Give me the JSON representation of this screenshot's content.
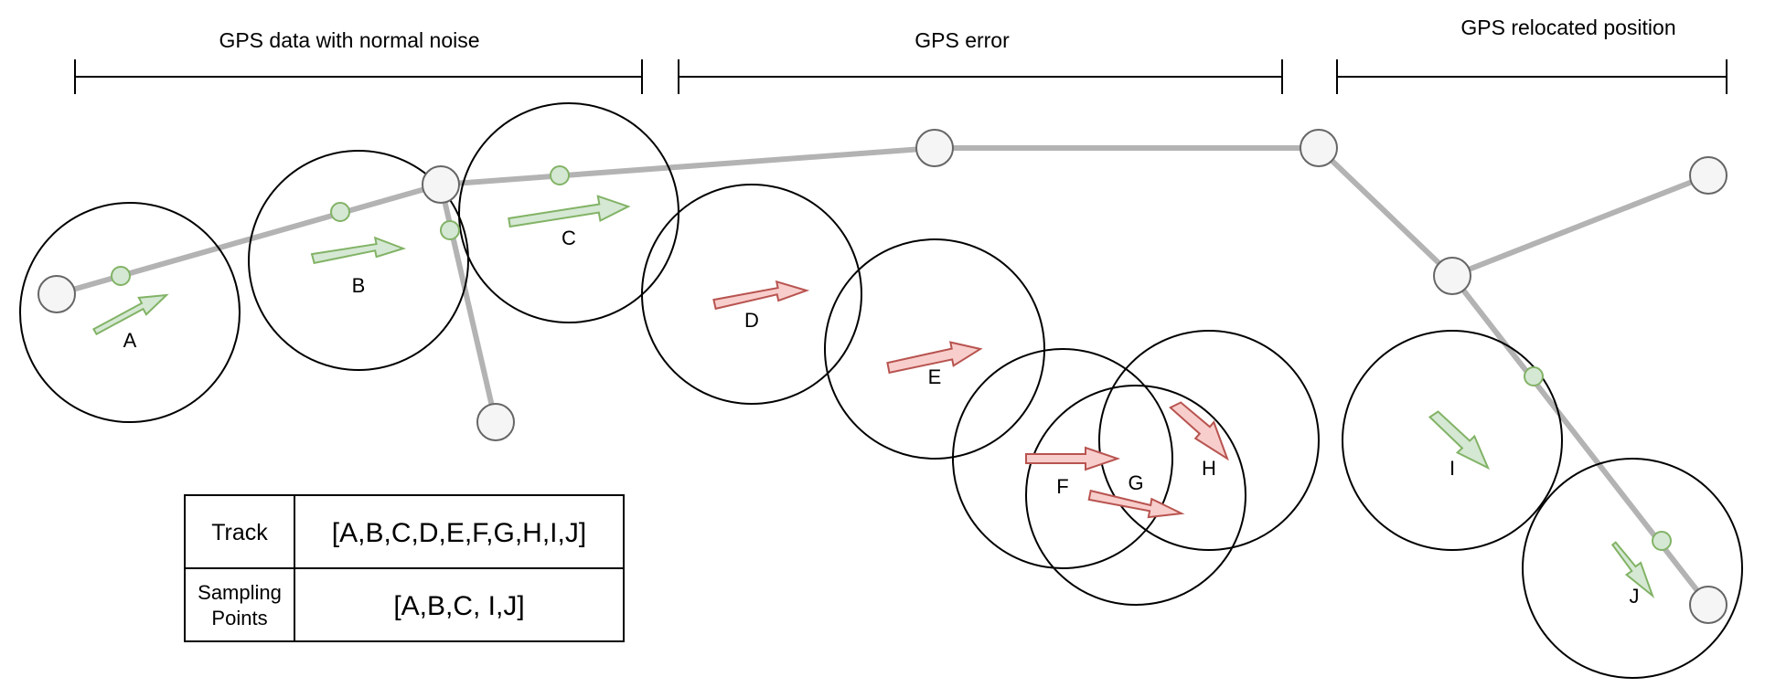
{
  "colors": {
    "background": "#ffffff",
    "line": "#000000",
    "track": "#b3b3b3",
    "node_fill": "#f5f5f5",
    "node_stroke": "#666666",
    "sample_fill": "#d5e8d4",
    "sample_stroke": "#82b366",
    "good_arrow_fill": "#d5e8d4",
    "good_arrow_stroke": "#82b366",
    "bad_arrow_fill": "#f8cecc",
    "bad_arrow_stroke": "#b85450"
  },
  "sections": [
    {
      "label": "GPS data with normal noise"
    },
    {
      "label": "GPS error"
    },
    {
      "label": "GPS relocated position"
    }
  ],
  "points": [
    {
      "label": "A",
      "status": "normal"
    },
    {
      "label": "B",
      "status": "normal"
    },
    {
      "label": "C",
      "status": "normal"
    },
    {
      "label": "D",
      "status": "error"
    },
    {
      "label": "E",
      "status": "error"
    },
    {
      "label": "F",
      "status": "error"
    },
    {
      "label": "G",
      "status": "error"
    },
    {
      "label": "H",
      "status": "error"
    },
    {
      "label": "I",
      "status": "relocated"
    },
    {
      "label": "J",
      "status": "relocated"
    }
  ],
  "table": {
    "rows": [
      {
        "header": "Track",
        "value": "[A,B,C,D,E,F,G,H,I,J]"
      },
      {
        "header_line1": "Sampling",
        "header_line2": "Points",
        "value": "[A,B,C, I,J]"
      }
    ]
  }
}
